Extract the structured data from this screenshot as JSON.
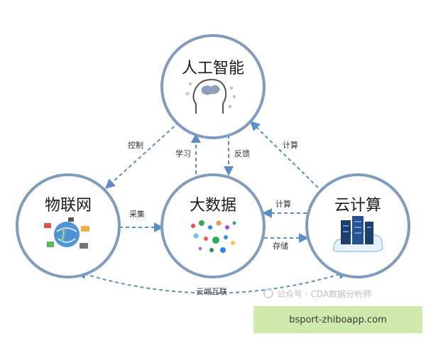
{
  "nodes": {
    "ai": {
      "label": "人工智能"
    },
    "iot": {
      "label": "物联网"
    },
    "bigdata": {
      "label": "大数据"
    },
    "cloud": {
      "label": "云计算"
    }
  },
  "edges": {
    "control": "控制",
    "study": "学习",
    "feedback": "反馈",
    "compute_top": "计算",
    "collect": "采集",
    "compute_mid": "计算",
    "store": "存储",
    "cloud_edge": "云端互联"
  },
  "watermark": "公众号 · CDA数据分析师",
  "banner": "bsport-zhiboapp.com",
  "colors": {
    "ring": "#7f9bbf",
    "arrow": "#5b8fc4",
    "banner_bg": "#cfe9ad"
  },
  "icons": {
    "ai": "brain-head-icon",
    "iot": "globe-devices-icon",
    "bigdata": "data-dots-icon",
    "cloud": "server-cloud-icon"
  }
}
